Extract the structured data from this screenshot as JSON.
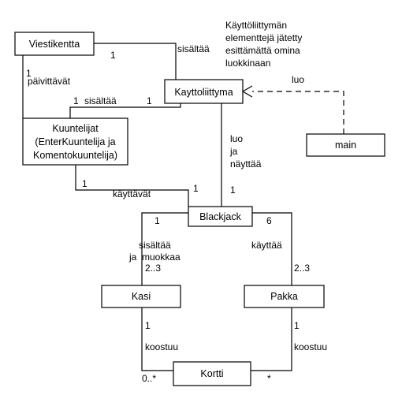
{
  "classes": {
    "viestikentta": "Viestikentta",
    "kayttoliittyma": "Kayttoliittyma",
    "kuuntelijat": [
      "Kuuntelijat",
      "(EnterKuuntelija ja",
      "Komentokuuntelija)"
    ],
    "main": "main",
    "blackjack": "Blackjack",
    "kasi": "Kasi",
    "pakka": "Pakka",
    "kortti": "Kortti"
  },
  "note": [
    "Käyttöliittymän",
    "elementtejä jätetty",
    "esittämättä omina",
    "luokkinaan"
  ],
  "labels": {
    "vk_kl_assoc": "sisältää",
    "vk_kl_mult": "1",
    "vk_ku_mult": "1",
    "vk_ku_assoc": "päivittävät",
    "ku_kl_mult_left": "1",
    "ku_kl_assoc": "sisältää",
    "ku_kl_mult_right": "1",
    "main_kl_assoc": "luo",
    "kl_bj_assoc": [
      "luo",
      "ja",
      "näyttää"
    ],
    "kl_bj_mult": "1",
    "ku_bj_mult_left": "1",
    "ku_bj_assoc": "käyttävät",
    "ku_bj_mult_right": "1",
    "bj_kasi_mult_top": "1",
    "bj_kasi_assoc": [
      "sisältää",
      "ja  muokkaa"
    ],
    "bj_kasi_mult_bottom": "2..3",
    "bj_pakka_mult_top": "6",
    "bj_pakka_assoc": "käyttää",
    "bj_pakka_mult_bottom": "2..3",
    "kasi_kortti_mult_top": "1",
    "kasi_kortti_assoc": "koostuu",
    "kasi_kortti_mult_bottom": "0..*",
    "pakka_kortti_mult_top": "1",
    "pakka_kortti_assoc": "koostuu",
    "pakka_kortti_mult_bottom": "*"
  }
}
